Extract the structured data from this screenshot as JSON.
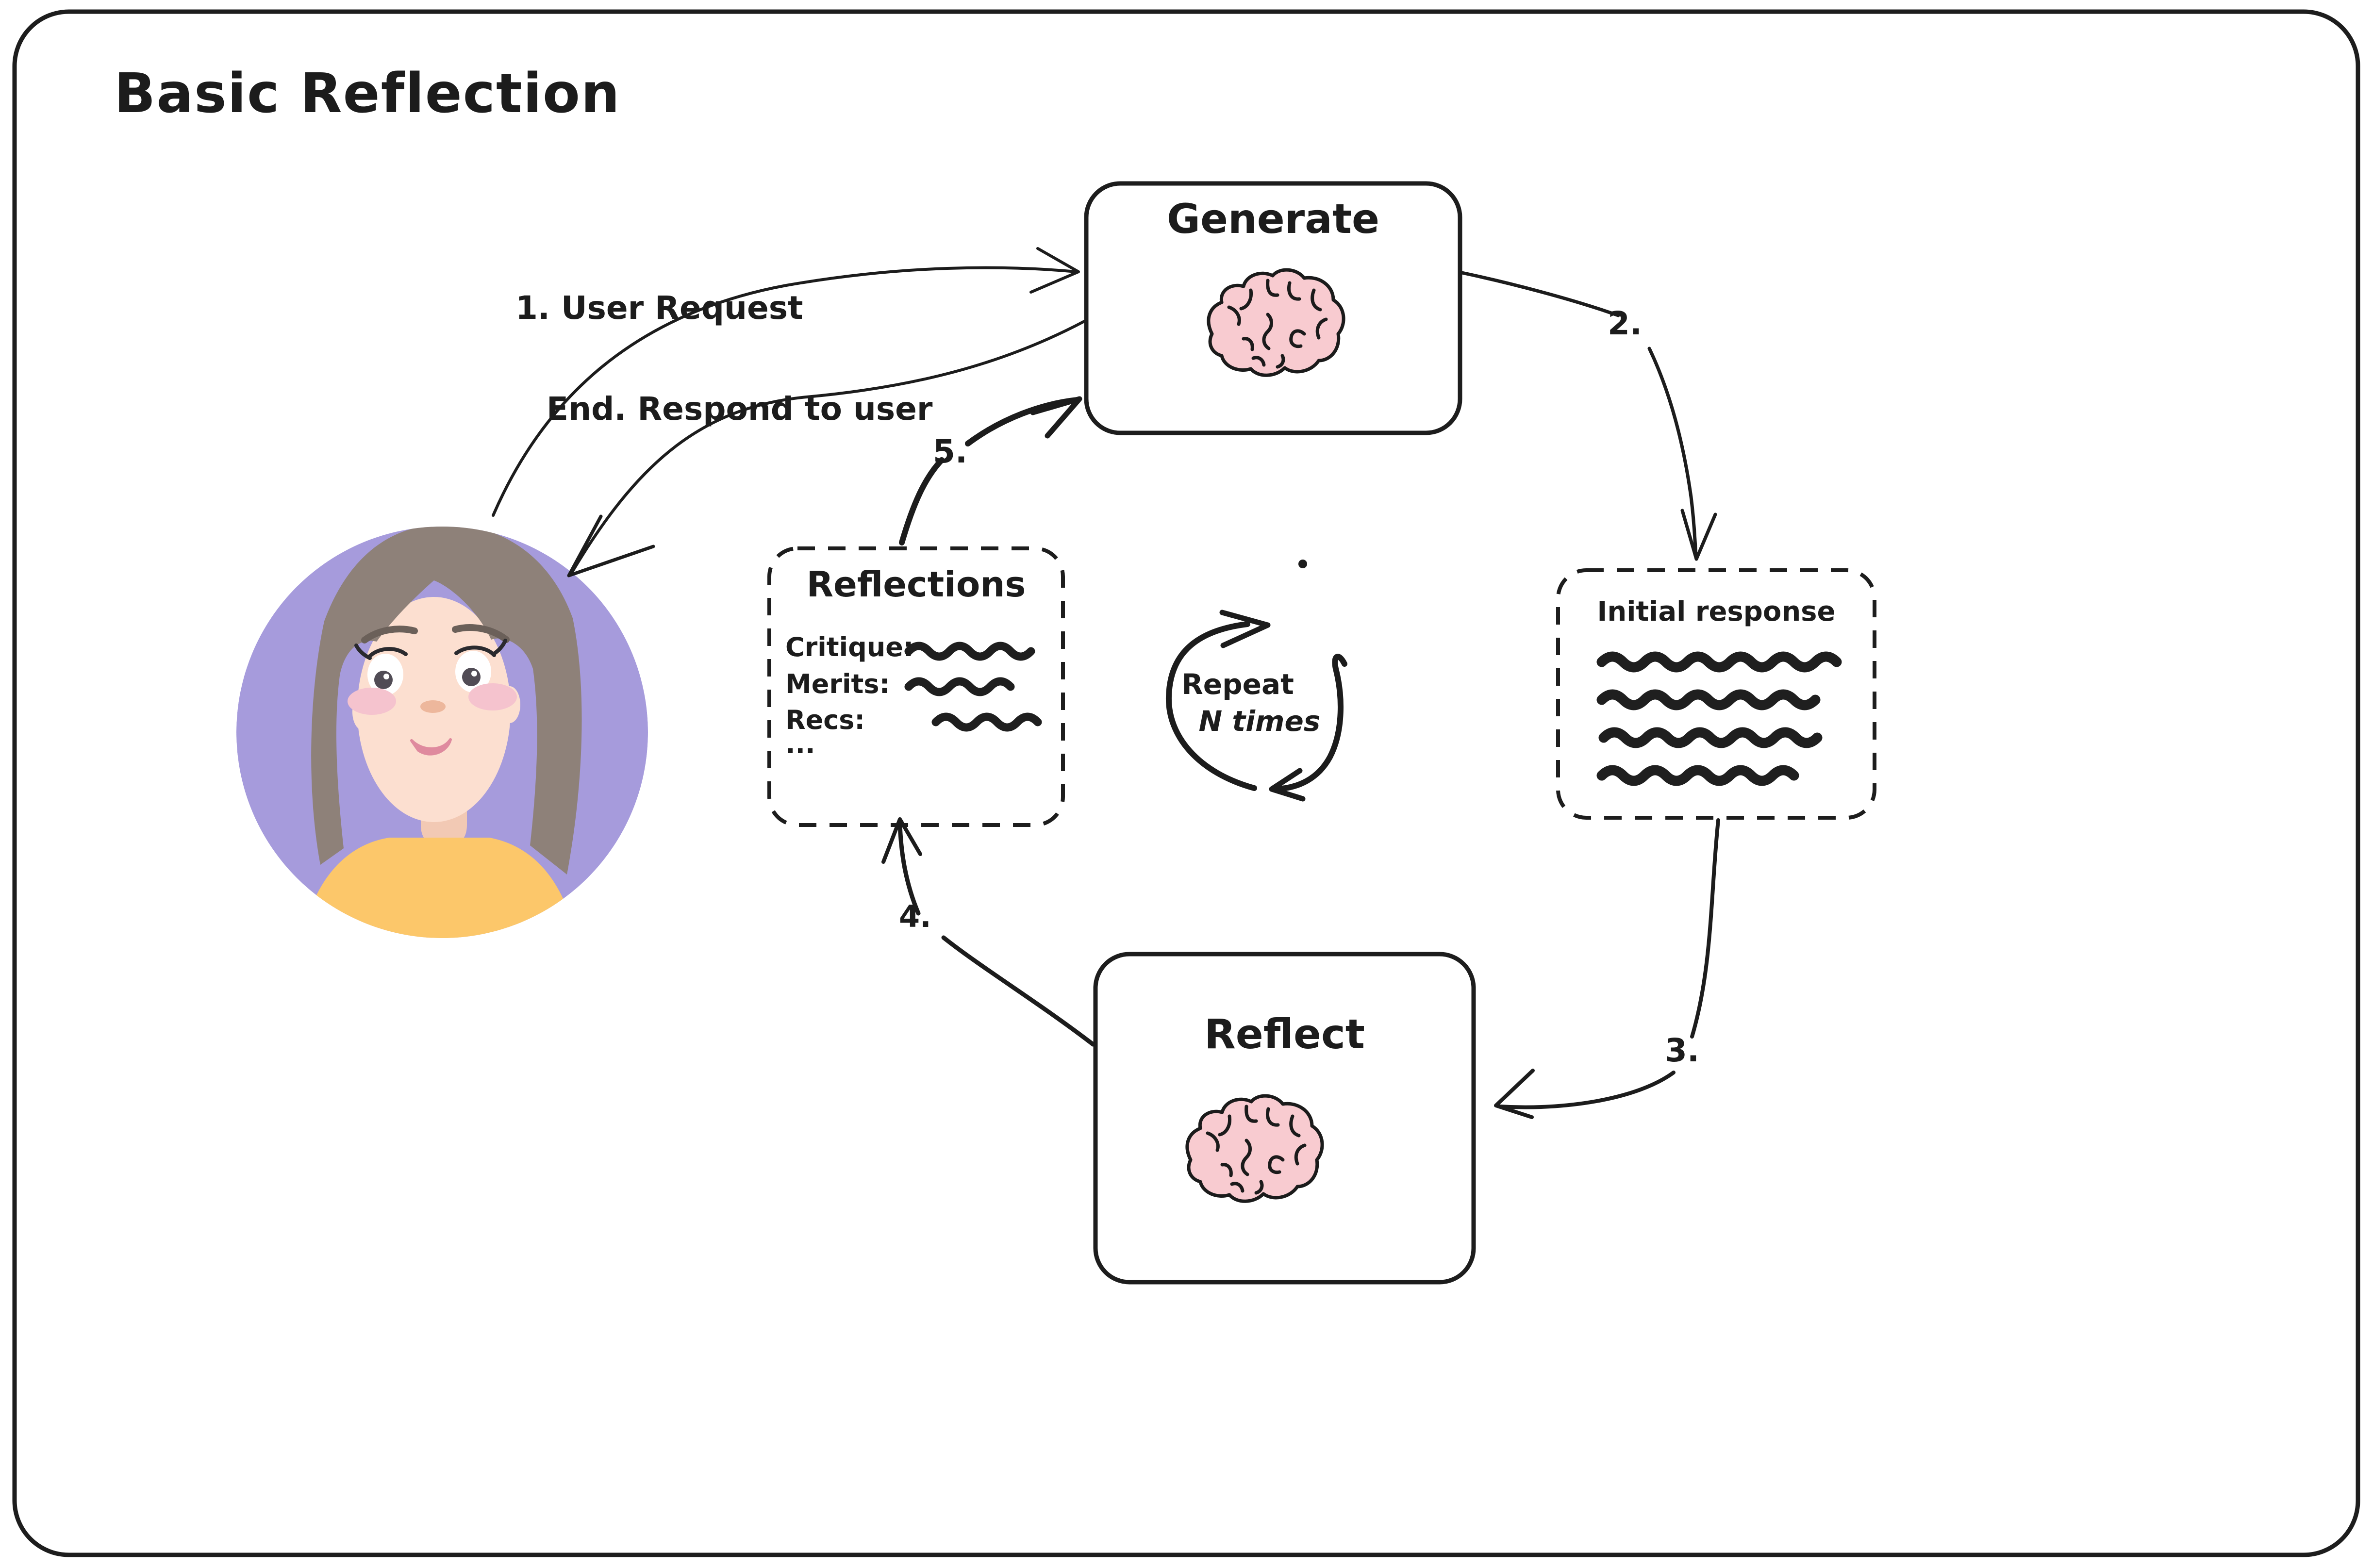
{
  "title": "Basic Reflection",
  "nodes": {
    "generate": {
      "label": "Generate",
      "icon": "brain-icon",
      "style": "solid"
    },
    "reflect": {
      "label": "Reflect",
      "icon": "brain-icon",
      "style": "solid"
    },
    "reflections": {
      "label": "Reflections",
      "style": "dashed",
      "fields": [
        "Critique:",
        "Merits:",
        "Recs:",
        "..."
      ]
    },
    "initial_response": {
      "label": "Initial response",
      "style": "dashed",
      "scribble_lines": 4
    }
  },
  "edges": {
    "step1": "1. User Request",
    "end": "End. Respond to user",
    "step2": "2.",
    "step3": "3.",
    "step4": "4.",
    "step5": "5."
  },
  "loop": {
    "line1": "Repeat",
    "line2": "N times"
  },
  "colors": {
    "ink": "#1c1c1c",
    "brain_pink": "#f8cbd0",
    "avatar_bg": "#a69bdc",
    "hair": "#8e8179",
    "skin": "#fcdfd0",
    "shirt": "#fcc76a",
    "blush": "#f5c3ce",
    "lips": "#df8a9e",
    "background": "#ffffff"
  }
}
